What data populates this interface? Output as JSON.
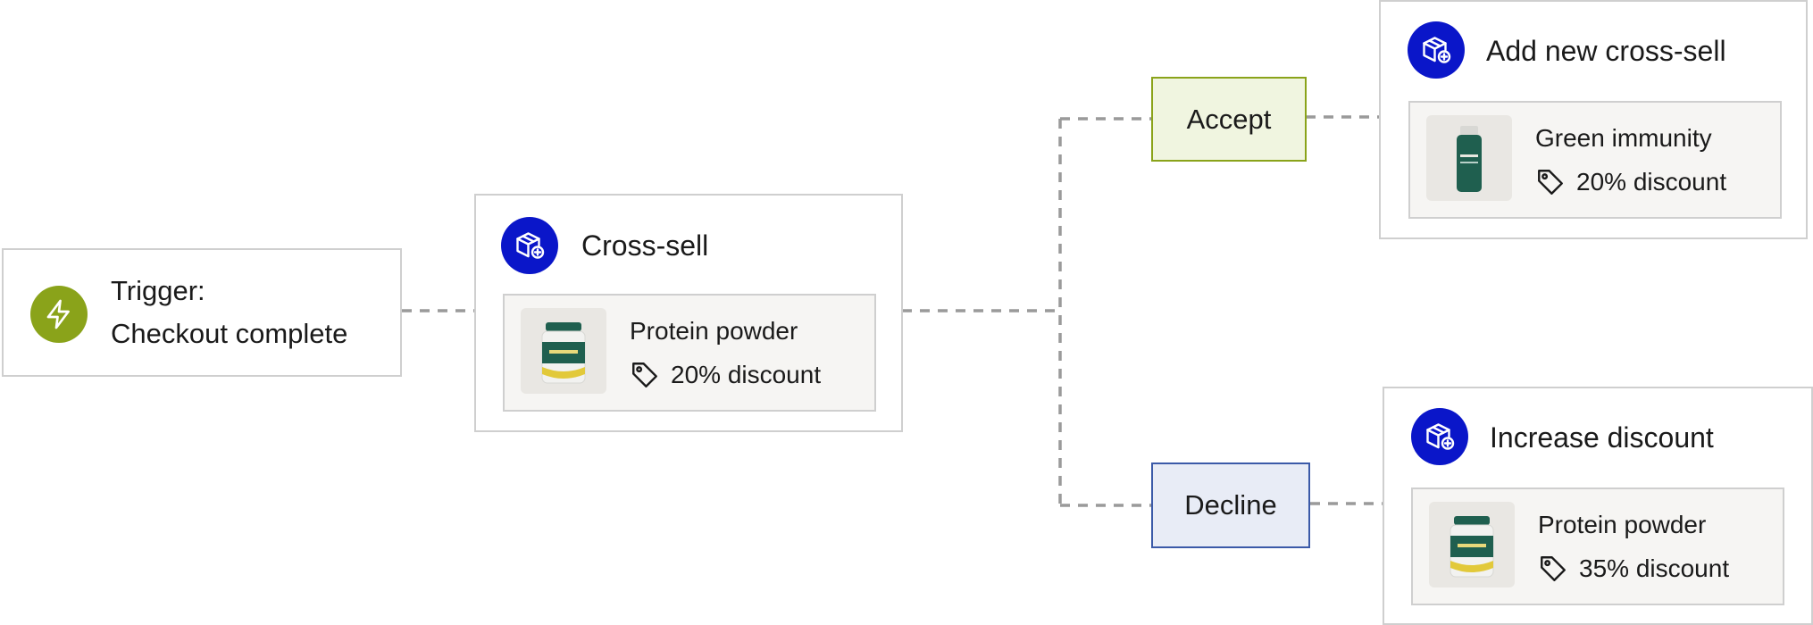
{
  "colors": {
    "trigger_icon": "#8aa31a",
    "action_icon": "#0a16c9",
    "accept_border": "#8aa31a",
    "accept_fill": "#f0f5e0",
    "decline_border": "#3b5aa8",
    "decline_fill": "#e8ecf6",
    "connector": "#9a9a9a"
  },
  "trigger": {
    "icon": "lightning-icon",
    "label": "Trigger:",
    "value": "Checkout complete"
  },
  "cross_sell": {
    "icon": "package-plus-icon",
    "title": "Cross-sell",
    "product": {
      "name": "Protein powder",
      "discount": "20% discount",
      "image": "protein-tub"
    }
  },
  "branches": {
    "accept": {
      "label": "Accept",
      "node": {
        "icon": "package-plus-icon",
        "title": "Add new cross-sell",
        "product": {
          "name": "Green immunity",
          "discount": "20% discount",
          "image": "supplement-bottle"
        }
      }
    },
    "decline": {
      "label": "Decline",
      "node": {
        "icon": "package-plus-icon",
        "title": "Increase discount",
        "product": {
          "name": "Protein powder",
          "discount": "35% discount",
          "image": "protein-tub"
        }
      }
    }
  }
}
